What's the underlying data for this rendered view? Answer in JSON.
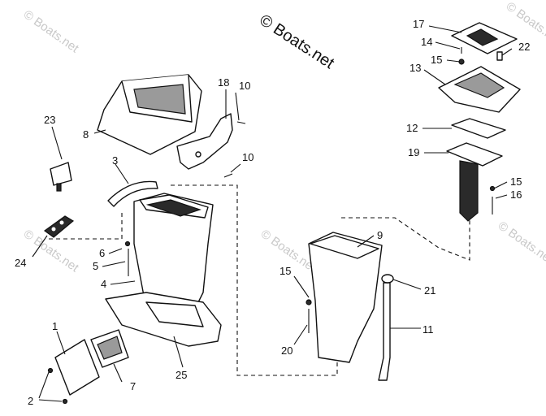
{
  "watermark": {
    "main_text": "© Boats.net",
    "faint_text": "© Boats.net"
  },
  "callouts": [
    {
      "id": "c1",
      "label": "1"
    },
    {
      "id": "c2",
      "label": "2"
    },
    {
      "id": "c3",
      "label": "3"
    },
    {
      "id": "c4",
      "label": "4"
    },
    {
      "id": "c5",
      "label": "5"
    },
    {
      "id": "c6",
      "label": "6"
    },
    {
      "id": "c7",
      "label": "7"
    },
    {
      "id": "c8",
      "label": "8"
    },
    {
      "id": "c9",
      "label": "9"
    },
    {
      "id": "c10a",
      "label": "10"
    },
    {
      "id": "c10b",
      "label": "10"
    },
    {
      "id": "c11",
      "label": "11"
    },
    {
      "id": "c12",
      "label": "12"
    },
    {
      "id": "c13",
      "label": "13"
    },
    {
      "id": "c14",
      "label": "14"
    },
    {
      "id": "c15a",
      "label": "15"
    },
    {
      "id": "c15b",
      "label": "15"
    },
    {
      "id": "c15c",
      "label": "15"
    },
    {
      "id": "c16",
      "label": "16"
    },
    {
      "id": "c17",
      "label": "17"
    },
    {
      "id": "c18",
      "label": "18"
    },
    {
      "id": "c19",
      "label": "19"
    },
    {
      "id": "c20",
      "label": "20"
    },
    {
      "id": "c21",
      "label": "21"
    },
    {
      "id": "c22",
      "label": "22"
    },
    {
      "id": "c23",
      "label": "23"
    },
    {
      "id": "c24",
      "label": "24"
    },
    {
      "id": "c25",
      "label": "25"
    }
  ]
}
